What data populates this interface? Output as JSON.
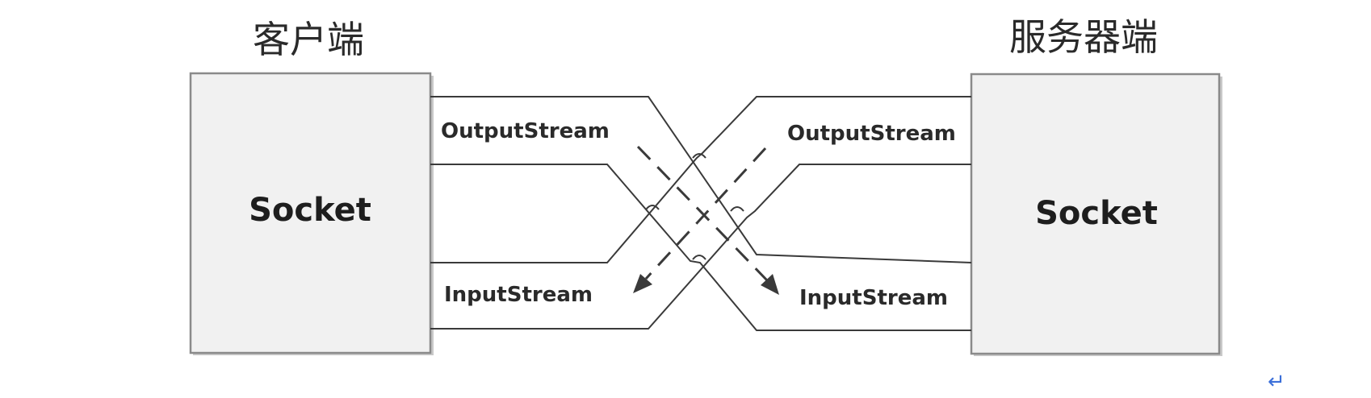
{
  "client": {
    "heading": "客户端",
    "socket_label": "Socket",
    "output_stream_label": "OutputStream",
    "input_stream_label": "InputStream"
  },
  "server": {
    "heading": "服务器端",
    "socket_label": "Socket",
    "output_stream_label": "OutputStream",
    "input_stream_label": "InputStream"
  },
  "footer": {
    "paragraph_mark": "↵"
  },
  "colors": {
    "box_fill": "#f1f1f1",
    "box_border": "#8a8a8a",
    "line": "#3a3a3a",
    "paragraph_mark": "#3b6fd9"
  }
}
